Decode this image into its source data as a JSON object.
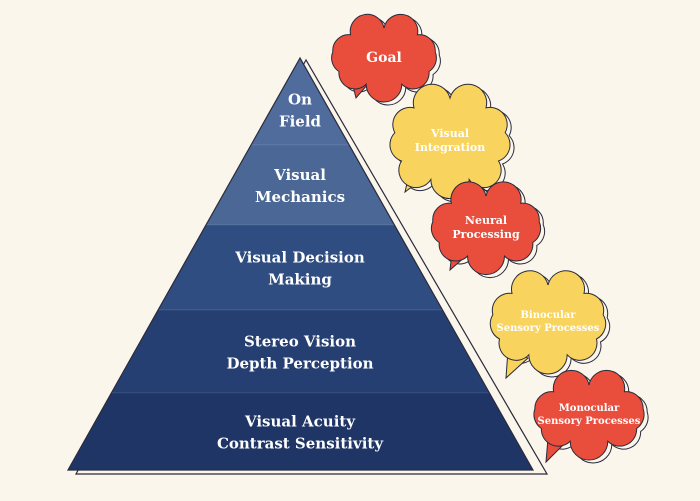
{
  "pyramid": {
    "levels": [
      {
        "lines": [
          "On",
          "Field"
        ],
        "color": "#4f6c9c"
      },
      {
        "lines": [
          "Visual",
          "Mechanics"
        ],
        "color": "#4a6796"
      },
      {
        "lines": [
          "Visual Decision",
          "Making"
        ],
        "color": "#2f4d80"
      },
      {
        "lines": [
          "Stereo Vision",
          "Depth Perception"
        ],
        "color": "#263f72"
      },
      {
        "lines": [
          "Visual Acuity",
          "Contrast Sensitivity"
        ],
        "color": "#1f3566"
      }
    ]
  },
  "bubbles": [
    {
      "lines": [
        "Goal"
      ],
      "color": "#e94d3c",
      "text_color": "#ffffff"
    },
    {
      "lines": [
        "Visual",
        "Integration"
      ],
      "color": "#f8d45e",
      "text_color": "#ffffff"
    },
    {
      "lines": [
        "Neural",
        "Processing"
      ],
      "color": "#e94d3c",
      "text_color": "#ffffff"
    },
    {
      "lines": [
        "Binocular",
        "Sensory Processes"
      ],
      "color": "#f8d45e",
      "text_color": "#ffffff"
    },
    {
      "lines": [
        "Monocular",
        "Sensory Processes"
      ],
      "color": "#e94d3c",
      "text_color": "#ffffff"
    }
  ],
  "colors": {
    "background": "#faf6ec",
    "outline": "#2a2a3a"
  }
}
